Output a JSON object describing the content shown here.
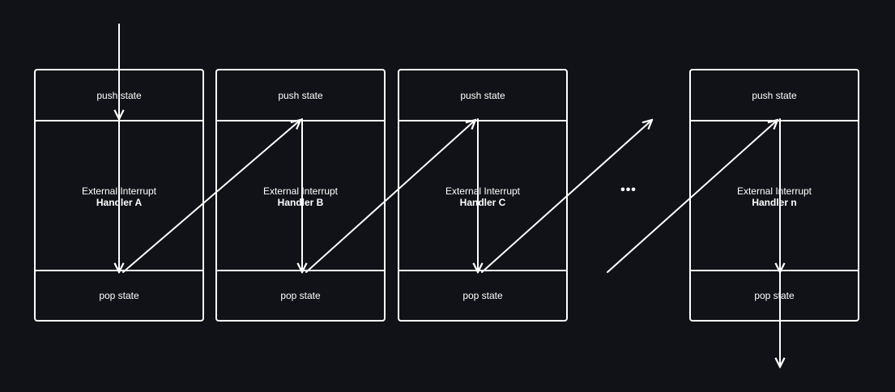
{
  "handlers": [
    {
      "push": "push state",
      "title": "External Interrupt",
      "name": "Handler A",
      "pop": "pop state"
    },
    {
      "push": "push state",
      "title": "External Interrupt",
      "name": "Handler B",
      "pop": "pop state"
    },
    {
      "push": "push state",
      "title": "External Interrupt",
      "name": "Handler C",
      "pop": "pop state"
    },
    {
      "push": "push state",
      "title": "External Interrupt",
      "name": "Handler n",
      "pop": "pop state"
    }
  ],
  "ellipsis": "•••",
  "colors": {
    "background": "#111217",
    "stroke": "#ffffff",
    "inner_border": "#8a8a8a"
  }
}
